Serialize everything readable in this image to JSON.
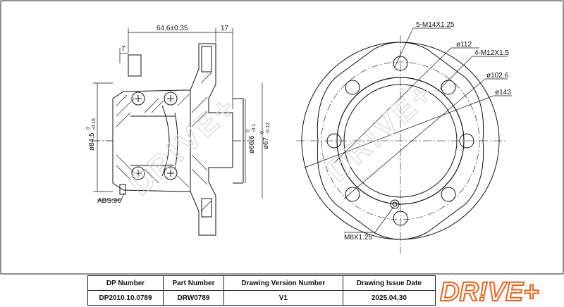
{
  "dimensions": {
    "width_main": "64.6±0.35",
    "width_flange": "17",
    "offset": "7",
    "dia_84": "ø84.5",
    "dia_84_tol_upper": "0",
    "dia_84_tol_lower": "-0.15",
    "dia_66": "ø66.6",
    "dia_66_tol_upper": "0",
    "dia_66_tol_lower": "-0.1",
    "dia_67": "ø67",
    "dia_67_tol_upper": "0",
    "dia_67_tol_lower": "-0.12",
    "abs": "ABS:96",
    "thread_5": "5-M14X1.25",
    "dia_112": "ø112",
    "thread_4": "4-M12X1.5",
    "dia_102": "ø102.6",
    "dia_143": "ø143",
    "thread_m8": "M8X1.25"
  },
  "watermark": "DR!VE+",
  "title_block": {
    "headers": [
      "DP Number",
      "Part Number",
      "Drawing Version Number",
      "Drawing Issue Date"
    ],
    "values": [
      "DP2010.10.0789",
      "DRW0789",
      "V1",
      "2025.04.30"
    ]
  },
  "logo": {
    "text": "DR!VE+",
    "color": "#e8641f"
  }
}
